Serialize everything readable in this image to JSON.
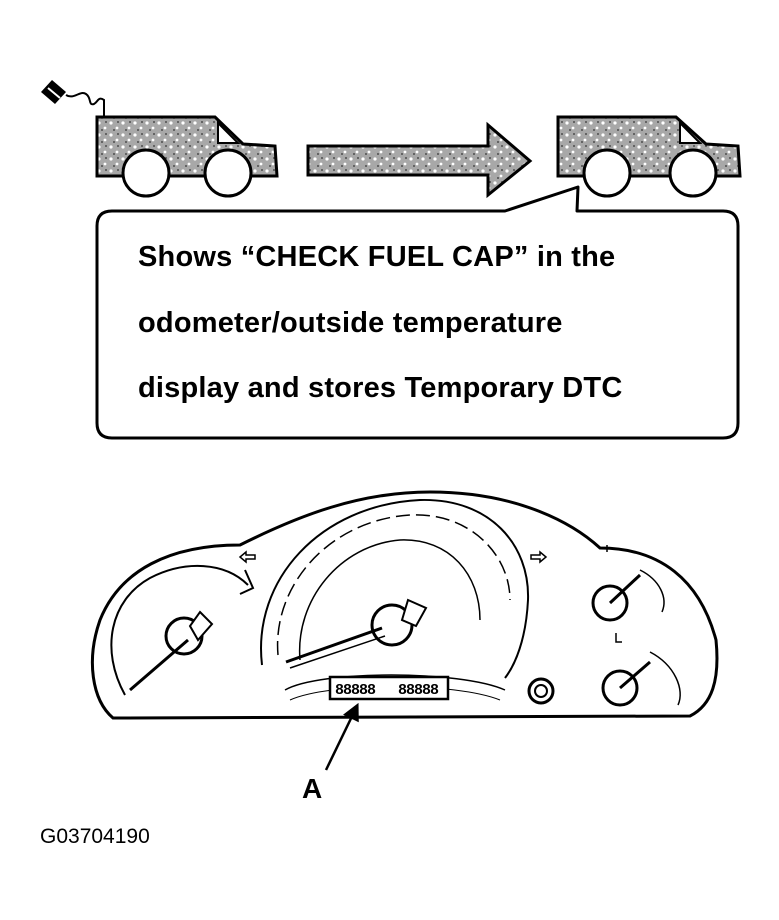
{
  "callout": {
    "line1": "Shows “CHECK FUEL CAP” in the",
    "line2": "odometer/outside temperature",
    "line3": "display and stores Temporary DTC"
  },
  "callout_label": "A",
  "figure_id": "G03704190",
  "display_left": "88888",
  "display_right": "88888",
  "colors": {
    "ink": "#000000",
    "paper": "#ffffff",
    "stipple": "#9a9a9a"
  }
}
